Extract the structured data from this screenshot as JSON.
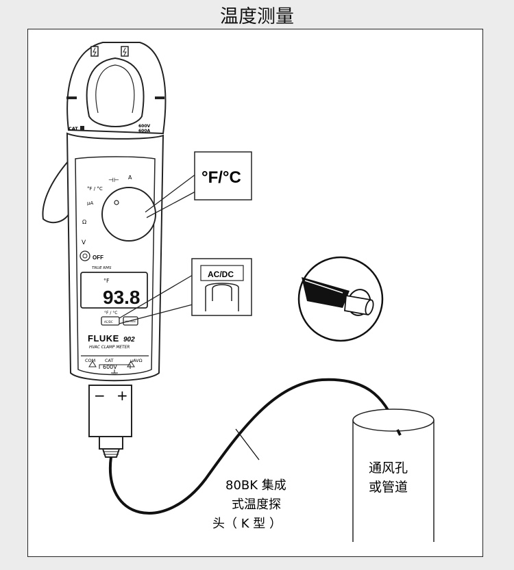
{
  "title": "温度测量",
  "callouts": {
    "unit_box": "°F/°C",
    "acdc_box": "AC/DC"
  },
  "meter": {
    "brand": "FLUKE",
    "model": "902",
    "subtitle": "HVAC CLAMP METER",
    "true_rms": "TRUE RMS",
    "display_unit": "°F",
    "display_value": "93.8",
    "cat_left": "CAT",
    "rating_v": "600V",
    "rating_a": "600A",
    "dial_unit_label": "°F / °C",
    "dial_ua_label": "μA",
    "dial_ohm_label": "Ω",
    "dial_v_label": "V",
    "dial_a_label": "A",
    "off_label": "OFF",
    "btn_unit_label": "°F / °C",
    "btn_acdc": "AC/DC",
    "btn_minmax": "MIN MAX",
    "jack_com": "COM",
    "jack_cat": "CAT",
    "jack_uav": "μAVΩ",
    "jack_600v": "600V"
  },
  "connector": {
    "minus": "−",
    "plus": "+"
  },
  "probe_label": {
    "line1": "80BK 集成",
    "line2": "式温度探",
    "line3": "头（ K 型 ）"
  },
  "vent_label": {
    "line1": "通风孔",
    "line2": "或管道"
  }
}
